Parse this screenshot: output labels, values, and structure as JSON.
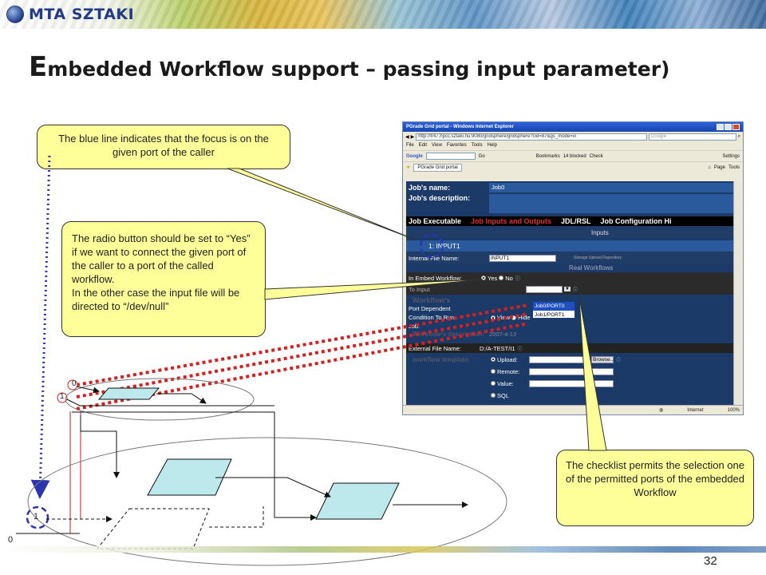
{
  "header": {
    "logo_text": "MTA SZTAKI",
    "title_cap": "E",
    "title_rest": "mbedded Workflow support – passing input parameter)"
  },
  "callouts": {
    "focus": "The blue line indicates that the focus is on the given port of the caller",
    "radio": [
      "The radio button should be set to “Yes” if we want to connect the given port of the caller to a port of the called workflow.",
      "In the other case the input file will be directed to “/dev/null”"
    ],
    "checklist": "The checklist permits the selection one of the permitted ports of the embedded Workflow"
  },
  "browser": {
    "window_title": "PGrade Grid portal - Windows Internet Explorer",
    "address": "http://fr47.hpcc.sztaki.hu:9080/gridsphere/gridsphere?cid=87&gs_mode=vi",
    "search_placeholder": "Google",
    "menu": [
      "File",
      "Edit",
      "View",
      "Favorites",
      "Tools",
      "Help"
    ],
    "toolbar": {
      "google": "Google",
      "go": "Go",
      "bookmarks": "Bookmarks",
      "blocked": "14 blocked",
      "check": "Check",
      "settings": "Settings"
    },
    "tab_label": "PGrade Grid portal",
    "tab_tools": [
      "Page",
      "Tools"
    ],
    "job_name_label": "Job's name:",
    "job_name_value": "Job0",
    "job_desc_label": "Job's description:",
    "tabs": [
      "Job Executable",
      "Job Inputs and Outputs",
      "JDL/RSL",
      "Job Configuration Hi"
    ],
    "inputs_label": "Inputs",
    "port_label": "1: INPUT1",
    "internal_file_label": "Internal File Name:",
    "internal_file_value": "INPUT1",
    "storage_text": "Storage  Upload  Repository",
    "real_workflows": "Real Workflows",
    "embed_label": "In Embed Workflow:",
    "yes": "Yes",
    "no": "No",
    "to_input": "To Input",
    "workflows": "Workflow's",
    "port_dependent": "Port Dependent",
    "condition_label": "Condition To Run",
    "view": "View",
    "hide": "Hide",
    "job": "Job:",
    "workflow_desc": "Workflow's description:",
    "date": "2007-4-13",
    "external_file_label": "External File Name:",
    "external_file_value": "D:/A-TEST/I1",
    "upload": "Upload:",
    "remote": "Remote:",
    "value": "Value:",
    "sql": "SQL",
    "browse": "Browse...",
    "workflow_template": "workflow template:",
    "dropdown_options": [
      "Job0/PORT0",
      "Job1/PORT1"
    ],
    "status_zone": "Internet",
    "zoom": "100%"
  },
  "diagram": {
    "port_top_0": "0",
    "port_top_1": "1",
    "port_left_1": "1",
    "port_left_0": "0"
  },
  "page_number": "32"
}
